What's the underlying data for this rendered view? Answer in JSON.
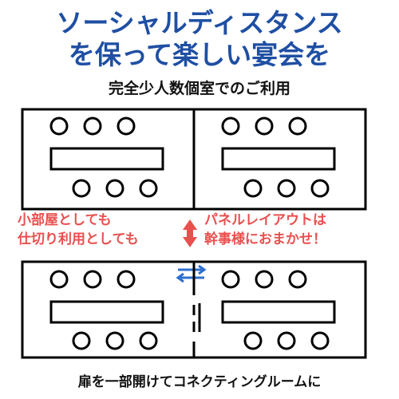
{
  "title": {
    "line1": "ソーシャルディスタンス",
    "line2": "を保って楽しい宴会を"
  },
  "subtitle": "完全少人数個室でのご利用",
  "notes": {
    "left_line1": "小部屋としても",
    "left_line2": "仕切り利用としても",
    "right_line1": "パネルレイアウトは",
    "right_line2": "幹事様におまかせ！"
  },
  "footer": "扉を一部開けてコネクティングルームに",
  "colors": {
    "title": "#1f4fa3",
    "note": "#e8504e",
    "arrow_red": "#e8504e",
    "arrow_blue": "#2f6fd0",
    "line": "#000000"
  },
  "icons": {
    "vertical_arrow": "double-headed-vertical-arrow-icon",
    "swap_arrow": "left-right-swap-arrows-icon"
  }
}
